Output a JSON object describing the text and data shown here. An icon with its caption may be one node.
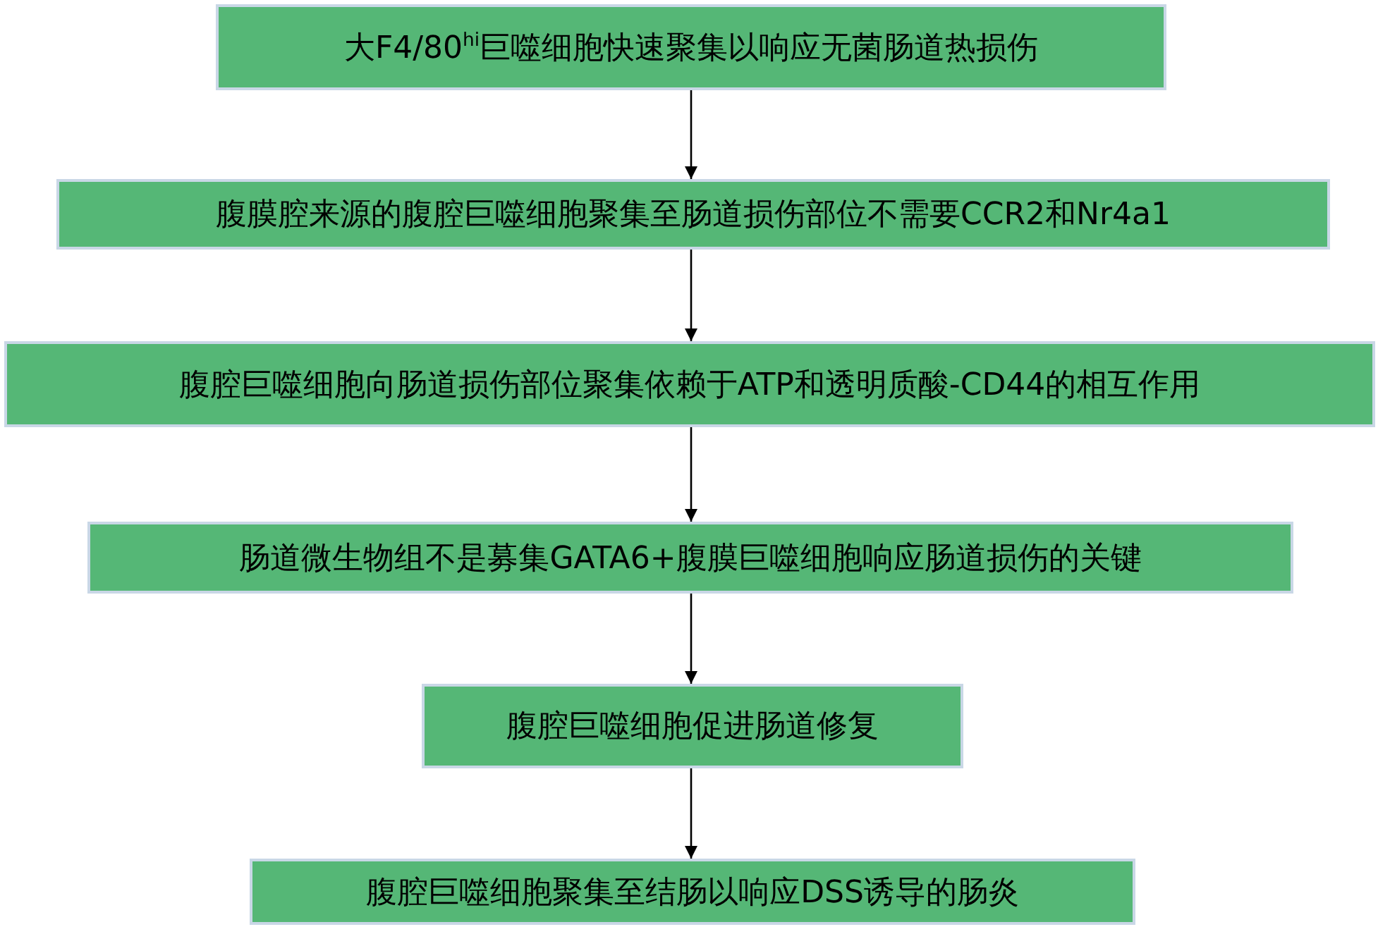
{
  "diagram": {
    "nodes": [
      {
        "text": [
          "大F4/80$^{hi}$巨噬细胞快速聚集以响应无菌肠道热损伤"
        ]
      },
      {
        "text": [
          "腹膜腔来源的腹腔巨噬细胞聚集至肠道损伤部位不需要CCR2和Nr4a1"
        ]
      },
      {
        "text": [
          "腹腔巨噬细胞向肠道损伤部位聚集依赖于ATP和透明质酸-CD44的相互作用"
        ]
      },
      {
        "text": [
          "肠道微生物组不是募集GATA6+腹膜巨噬细胞响应肠道损伤的关键"
        ]
      },
      {
        "text": [
          "腹腔巨噬细胞促进肠道修复"
        ]
      },
      {
        "text": [
          "腹腔巨噬细胞聚集至结肠以响应DSS诱导的肠炎"
        ]
      }
    ],
    "edges": [
      {
        "from": 0,
        "to": 1,
        "arrow": "to"
      },
      {
        "from": 1,
        "to": 2,
        "arrow": "to"
      },
      {
        "from": 2,
        "to": 3,
        "arrow": "to"
      },
      {
        "from": 3,
        "to": 4,
        "arrow": "to"
      },
      {
        "from": 4,
        "to": 5,
        "arrow": "to"
      }
    ]
  }
}
